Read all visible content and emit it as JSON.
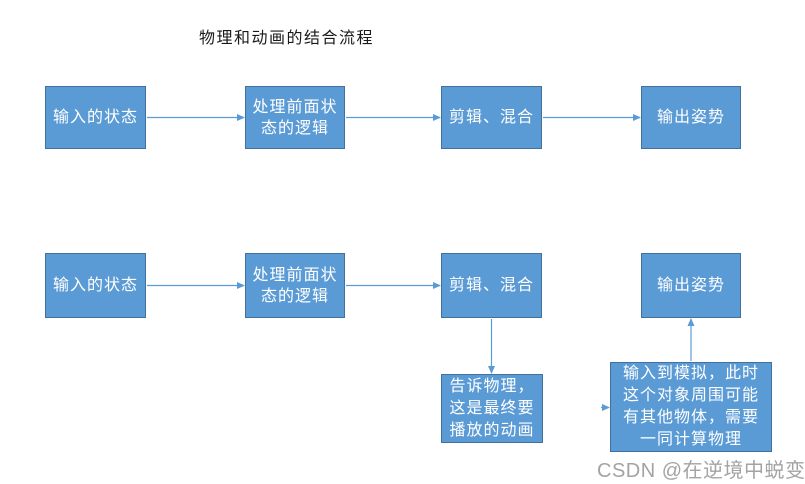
{
  "title": "物理和动画的结合流程",
  "watermark": "CSDN @在逆境中蜕变",
  "colors": {
    "node_fill": "#5b9bd5",
    "node_border": "#41719c",
    "node_text": "#ffffff",
    "arrow": "#5b9bd5",
    "title_text": "#1a1a1a",
    "watermark_text": "#a3a3a3",
    "background": "#ffffff"
  },
  "diagram": {
    "type": "flowchart",
    "row1": [
      "输入的状态",
      "处理前面状\n态的逻辑",
      "剪辑、混合",
      "输出姿势"
    ],
    "row2": [
      "输入的状态",
      "处理前面状\n态的逻辑",
      "剪辑、混合",
      "输出姿势"
    ],
    "notes": [
      "告诉物理，\n这是最终要\n播放的动画",
      "输入到模拟，此时\n这个对象周围可能\n有其他物体，需要\n一同计算物理"
    ],
    "edges": [
      {
        "from": "row1[0]",
        "to": "row1[1]"
      },
      {
        "from": "row1[1]",
        "to": "row1[2]"
      },
      {
        "from": "row1[2]",
        "to": "row1[3]"
      },
      {
        "from": "row2[0]",
        "to": "row2[1]"
      },
      {
        "from": "row2[1]",
        "to": "row2[2]"
      },
      {
        "from": "row2[2]",
        "to": "notes[0]"
      },
      {
        "from": "notes[0]",
        "to": "notes[1]"
      },
      {
        "from": "notes[1]",
        "to": "row2[3]"
      }
    ]
  }
}
